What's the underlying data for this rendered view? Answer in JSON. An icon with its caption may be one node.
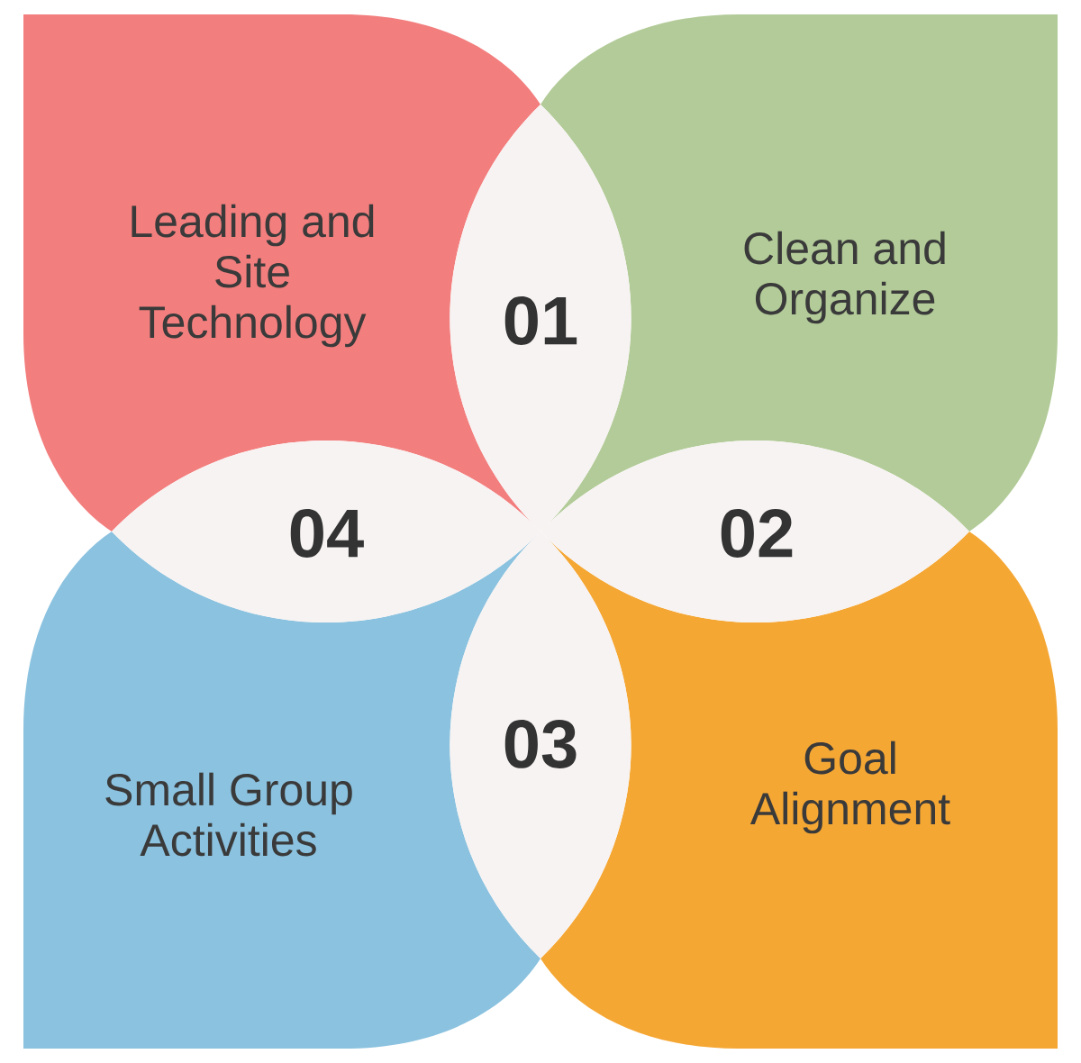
{
  "diagram": {
    "nodes": [
      {
        "text": [
          "Leading and Site Technology"
        ]
      },
      {
        "text": [
          "01"
        ]
      },
      {
        "text": [
          "Clean and Organize"
        ]
      },
      {
        "text": [
          "04"
        ]
      },
      {
        "text": [
          "02"
        ]
      },
      {
        "text": [
          "03"
        ]
      },
      {
        "text": [
          "Small Group Activities"
        ]
      },
      {
        "text": [
          "Goal Alignment"
        ]
      }
    ]
  }
}
